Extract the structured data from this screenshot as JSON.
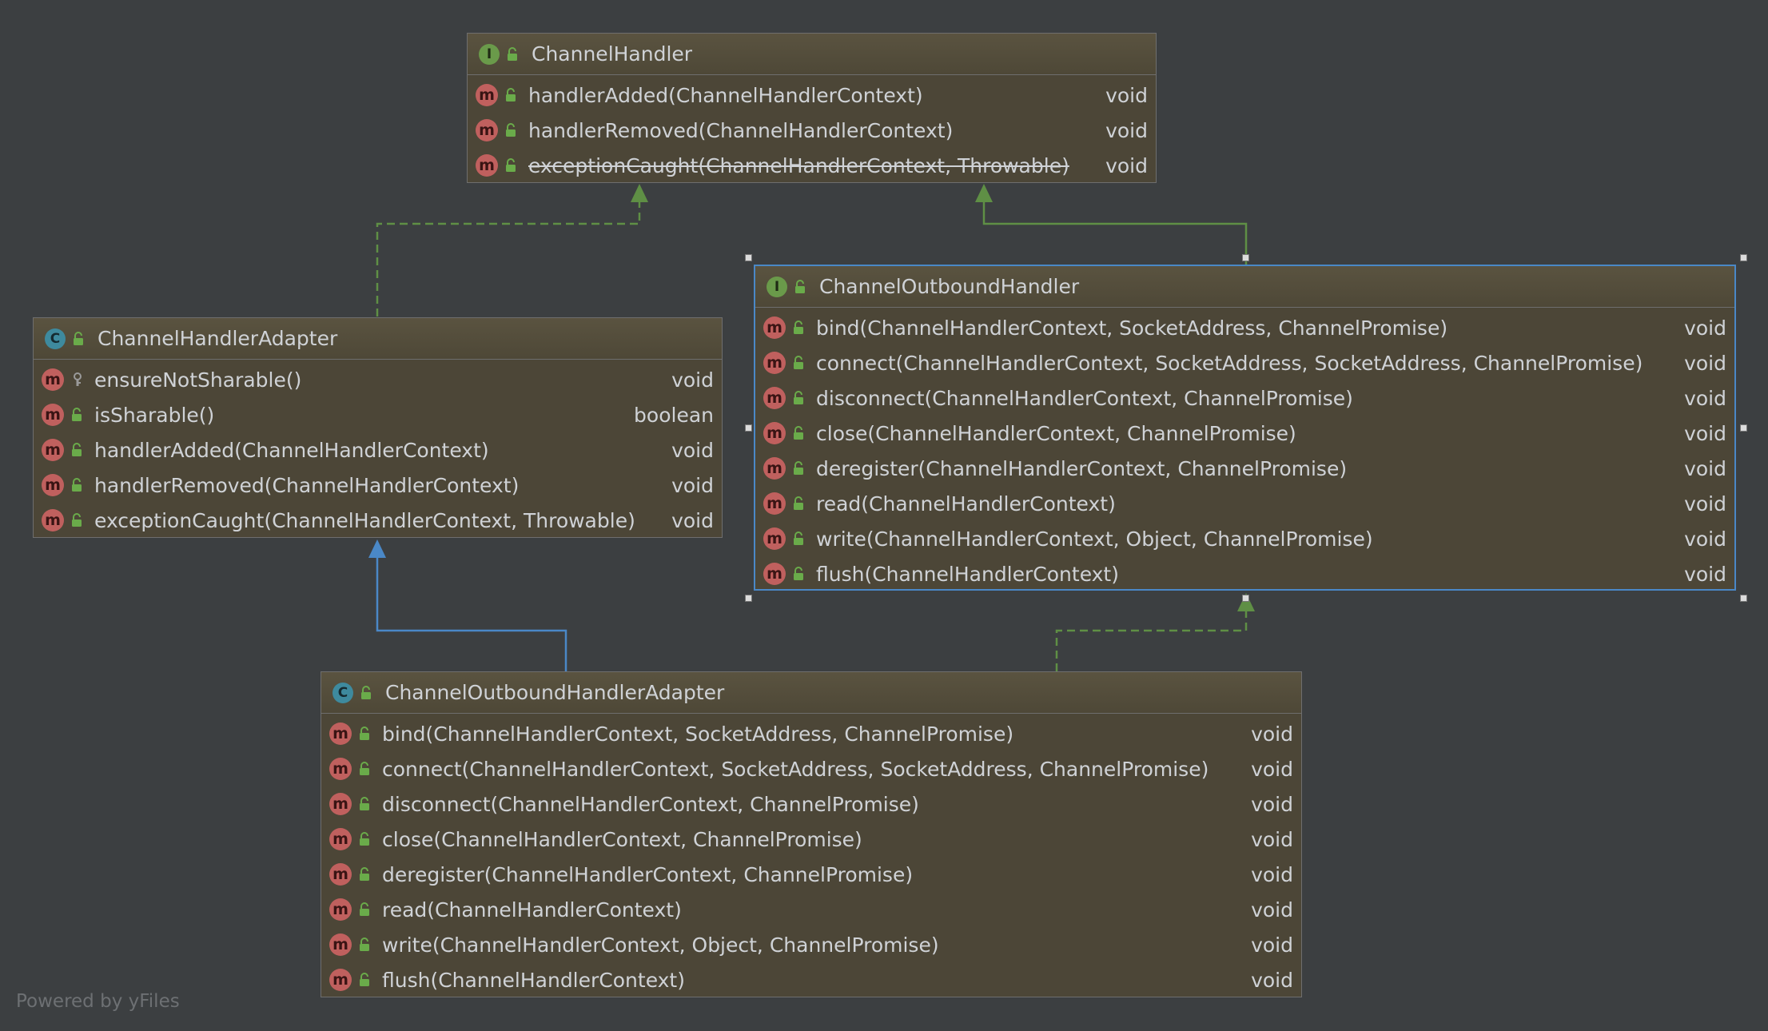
{
  "colors": {
    "background": "#3c3f41",
    "node_fill": "#4c4637",
    "node_border": "#6e6e6e",
    "selection_border": "#4a88c7",
    "text": "#cfd2d6",
    "interface_icon": "#6a9a4a",
    "class_icon": "#3e8a9e",
    "method_icon": "#c0605e",
    "edge_realization": "#5f8f45",
    "edge_generalization": "#4a88c7"
  },
  "icons": {
    "interface": "I",
    "class": "C",
    "method": "m"
  },
  "nodes": {
    "channel_handler": {
      "kind": "interface",
      "title": "ChannelHandler",
      "members": [
        {
          "sig": "handlerAdded(ChannelHandlerContext)",
          "ret": "void",
          "visibility": "public",
          "deprecated": false
        },
        {
          "sig": "handlerRemoved(ChannelHandlerContext)",
          "ret": "void",
          "visibility": "public",
          "deprecated": false
        },
        {
          "sig": "exceptionCaught(ChannelHandlerContext, Throwable)",
          "ret": "void",
          "visibility": "public",
          "deprecated": true
        }
      ]
    },
    "channel_handler_adapter": {
      "kind": "class",
      "title": "ChannelHandlerAdapter",
      "members": [
        {
          "sig": "ensureNotSharable()",
          "ret": "void",
          "visibility": "protected",
          "deprecated": false
        },
        {
          "sig": "isSharable()",
          "ret": "boolean",
          "visibility": "public",
          "deprecated": false
        },
        {
          "sig": "handlerAdded(ChannelHandlerContext)",
          "ret": "void",
          "visibility": "public",
          "deprecated": false
        },
        {
          "sig": "handlerRemoved(ChannelHandlerContext)",
          "ret": "void",
          "visibility": "public",
          "deprecated": false
        },
        {
          "sig": "exceptionCaught(ChannelHandlerContext, Throwable)",
          "ret": "void",
          "visibility": "public",
          "deprecated": false
        }
      ]
    },
    "channel_outbound_handler": {
      "kind": "interface",
      "title": "ChannelOutboundHandler",
      "selected": true,
      "members": [
        {
          "sig": "bind(ChannelHandlerContext, SocketAddress, ChannelPromise)",
          "ret": "void",
          "visibility": "public",
          "deprecated": false
        },
        {
          "sig": "connect(ChannelHandlerContext, SocketAddress, SocketAddress, ChannelPromise)",
          "ret": "void",
          "visibility": "public",
          "deprecated": false
        },
        {
          "sig": "disconnect(ChannelHandlerContext, ChannelPromise)",
          "ret": "void",
          "visibility": "public",
          "deprecated": false
        },
        {
          "sig": "close(ChannelHandlerContext, ChannelPromise)",
          "ret": "void",
          "visibility": "public",
          "deprecated": false
        },
        {
          "sig": "deregister(ChannelHandlerContext, ChannelPromise)",
          "ret": "void",
          "visibility": "public",
          "deprecated": false
        },
        {
          "sig": "read(ChannelHandlerContext)",
          "ret": "void",
          "visibility": "public",
          "deprecated": false
        },
        {
          "sig": "write(ChannelHandlerContext, Object, ChannelPromise)",
          "ret": "void",
          "visibility": "public",
          "deprecated": false
        },
        {
          "sig": "flush(ChannelHandlerContext)",
          "ret": "void",
          "visibility": "public",
          "deprecated": false
        }
      ]
    },
    "channel_outbound_handler_adapter": {
      "kind": "class",
      "title": "ChannelOutboundHandlerAdapter",
      "members": [
        {
          "sig": "bind(ChannelHandlerContext, SocketAddress, ChannelPromise)",
          "ret": "void",
          "visibility": "public",
          "deprecated": false
        },
        {
          "sig": "connect(ChannelHandlerContext, SocketAddress, SocketAddress, ChannelPromise)",
          "ret": "void",
          "visibility": "public",
          "deprecated": false
        },
        {
          "sig": "disconnect(ChannelHandlerContext, ChannelPromise)",
          "ret": "void",
          "visibility": "public",
          "deprecated": false
        },
        {
          "sig": "close(ChannelHandlerContext, ChannelPromise)",
          "ret": "void",
          "visibility": "public",
          "deprecated": false
        },
        {
          "sig": "deregister(ChannelHandlerContext, ChannelPromise)",
          "ret": "void",
          "visibility": "public",
          "deprecated": false
        },
        {
          "sig": "read(ChannelHandlerContext)",
          "ret": "void",
          "visibility": "public",
          "deprecated": false
        },
        {
          "sig": "write(ChannelHandlerContext, Object, ChannelPromise)",
          "ret": "void",
          "visibility": "public",
          "deprecated": false
        },
        {
          "sig": "flush(ChannelHandlerContext)",
          "ret": "void",
          "visibility": "public",
          "deprecated": false
        }
      ]
    }
  },
  "edges": [
    {
      "from": "ChannelHandlerAdapter",
      "to": "ChannelHandler",
      "type": "realization",
      "style": "dashed"
    },
    {
      "from": "ChannelOutboundHandler",
      "to": "ChannelHandler",
      "type": "generalization",
      "style": "solid"
    },
    {
      "from": "ChannelOutboundHandlerAdapter",
      "to": "ChannelHandlerAdapter",
      "type": "generalization",
      "style": "solid"
    },
    {
      "from": "ChannelOutboundHandlerAdapter",
      "to": "ChannelOutboundHandler",
      "type": "realization",
      "style": "dashed"
    }
  ],
  "watermark": "Powered by yFiles"
}
